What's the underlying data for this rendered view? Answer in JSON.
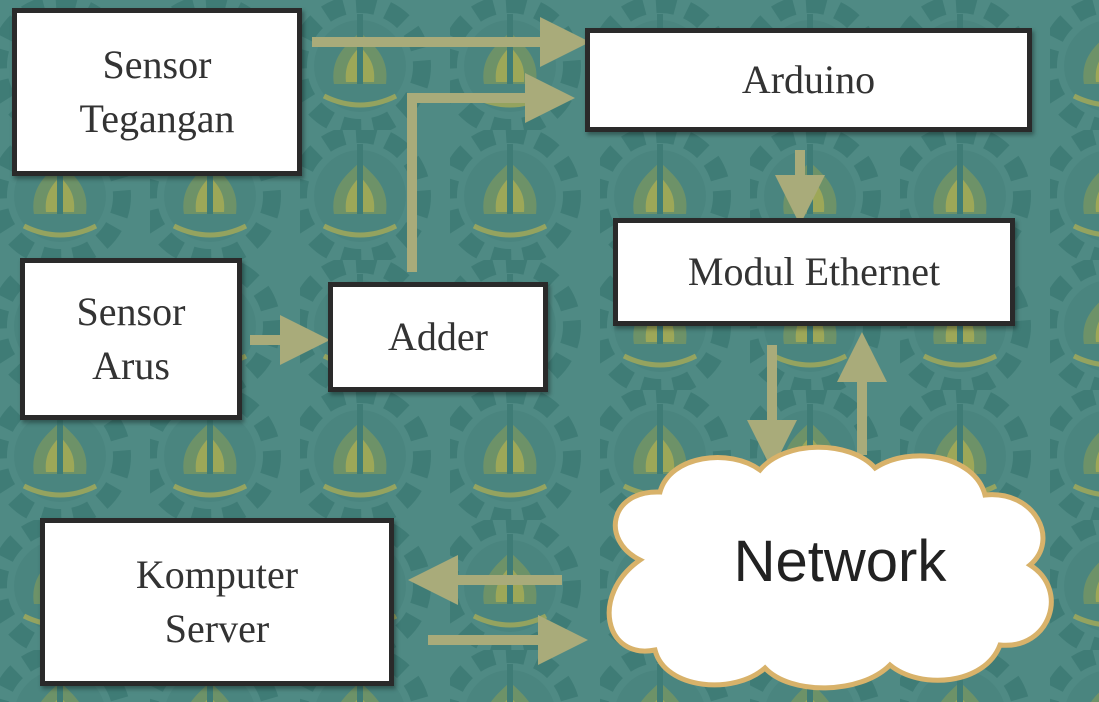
{
  "colors": {
    "background": "#4f8a84",
    "box_fill": "#ffffff",
    "box_border": "#2a2a2a",
    "arrow": "#a9ab7a",
    "watermark": "#3f7c76"
  },
  "watermark_icon": "its-gear-lotus-logo-icon",
  "boxes": {
    "sensor_tegangan": {
      "line1": "Sensor",
      "line2": "Tegangan"
    },
    "sensor_arus": {
      "line1": "Sensor",
      "line2": "Arus"
    },
    "adder": {
      "label": "Adder"
    },
    "arduino": {
      "label": "Arduino"
    },
    "modul_ethernet": {
      "label": "Modul Ethernet"
    },
    "komputer_server": {
      "line1": "Komputer",
      "line2": "Server"
    }
  },
  "cloud": {
    "label": "Network"
  },
  "connections": [
    {
      "from": "Sensor Tegangan",
      "to": "Arduino"
    },
    {
      "from": "Sensor Arus",
      "to": "Adder"
    },
    {
      "from": "Adder",
      "to": "Arduino"
    },
    {
      "from": "Arduino",
      "to": "Modul Ethernet"
    },
    {
      "from": "Modul Ethernet",
      "to": "Network"
    },
    {
      "from": "Network",
      "to": "Modul Ethernet"
    },
    {
      "from": "Network",
      "to": "Komputer Server"
    },
    {
      "from": "Komputer Server",
      "to": "Network"
    }
  ]
}
